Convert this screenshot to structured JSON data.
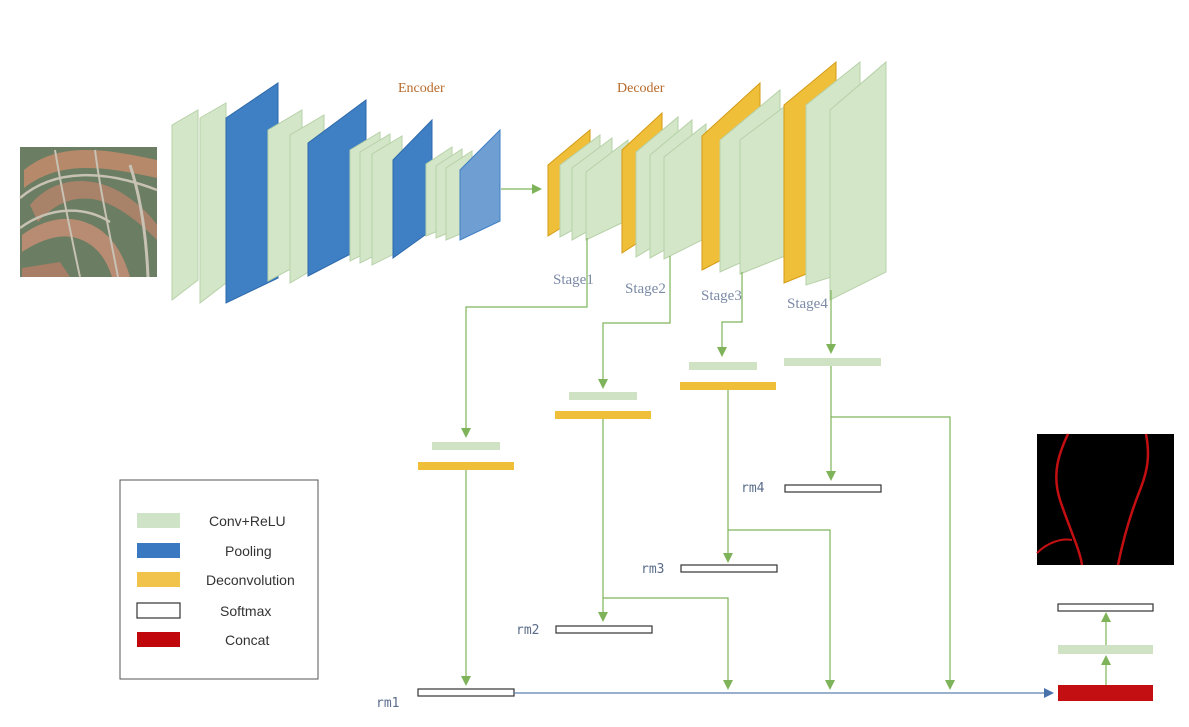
{
  "labels": {
    "encoder": "Encoder",
    "decoder": "Decoder",
    "stage1": "Stage1",
    "stage2": "Stage2",
    "stage3": "Stage3",
    "stage4": "Stage4",
    "rm1": "rm1",
    "rm2": "rm2",
    "rm3": "rm3",
    "rm4": "rm4"
  },
  "legend": [
    {
      "label": "Conv+ReLU",
      "color": "#cfe3c6"
    },
    {
      "label": "Pooling",
      "color": "#3a78c2"
    },
    {
      "label": "Deconvolution",
      "color": "#f2c34a"
    },
    {
      "label": "Softmax",
      "color": "#ffffff"
    },
    {
      "label": "Concat",
      "color": "#c0070b"
    }
  ],
  "colors": {
    "conv": "#d3e6c8",
    "pooling": "#3f7fc4",
    "deconvolution": "#f0bf3a",
    "concat": "#c40f12",
    "arrow": "#7fb35a"
  }
}
